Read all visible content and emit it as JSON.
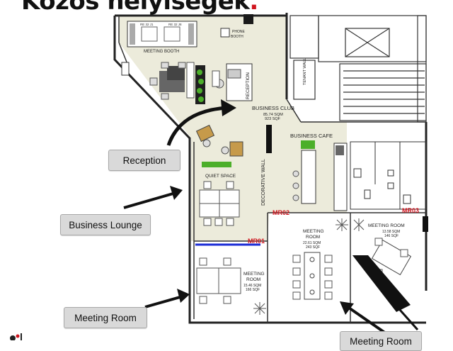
{
  "title": {
    "text": "Közös helyiségek",
    "dot": "."
  },
  "labels": {
    "meeting_booth": "MEETING BOOTH",
    "phone_booth_1": "PHONE",
    "phone_booth_2": "BOOTH",
    "tenant_wall": "TENANT WALL",
    "reception": "RECEPTION",
    "business_club": "BUSINESS CLUB",
    "business_club_area_1": "85.74 SQM",
    "business_club_area_2": "923 SQF",
    "business_cafe": "BUSINESS CAFE",
    "quiet_space": "QUIET SPACE",
    "decorative_wall": "DECORATIVE WALL",
    "mr01": "MR01",
    "mr02": "MR02",
    "mr03": "MR03",
    "meeting_room_center_1": "MEETING",
    "meeting_room_center_2": "ROOM",
    "meeting_room_center_area_1": "22.61 SQM",
    "meeting_room_center_area_2": "243 SQF",
    "meeting_room_right": "MEETING ROOM",
    "meeting_room_right_area_1": "13.58 SQM",
    "meeting_room_right_area_2": "146 SQF",
    "meeting_room_left_1": "MEETING",
    "meeting_room_left_2": "ROOM",
    "meeting_room_left_area_1": "15.46 SQM",
    "meeting_room_left_area_2": "166 SQF",
    "booth_a": "RE 32 J1",
    "booth_b": "RE 32 J8"
  },
  "callouts": {
    "reception": "Reception",
    "business_lounge": "Business Lounge",
    "meeting_room": "Meeting Room",
    "meeting_room_right": "Meeting Room"
  },
  "colors": {
    "accent_red": "#d0141e",
    "callout_bg": "#d9d9d9",
    "floor": "#ecebdb",
    "plant": "#4caf2a",
    "mr_line": "#1a2bd6"
  }
}
